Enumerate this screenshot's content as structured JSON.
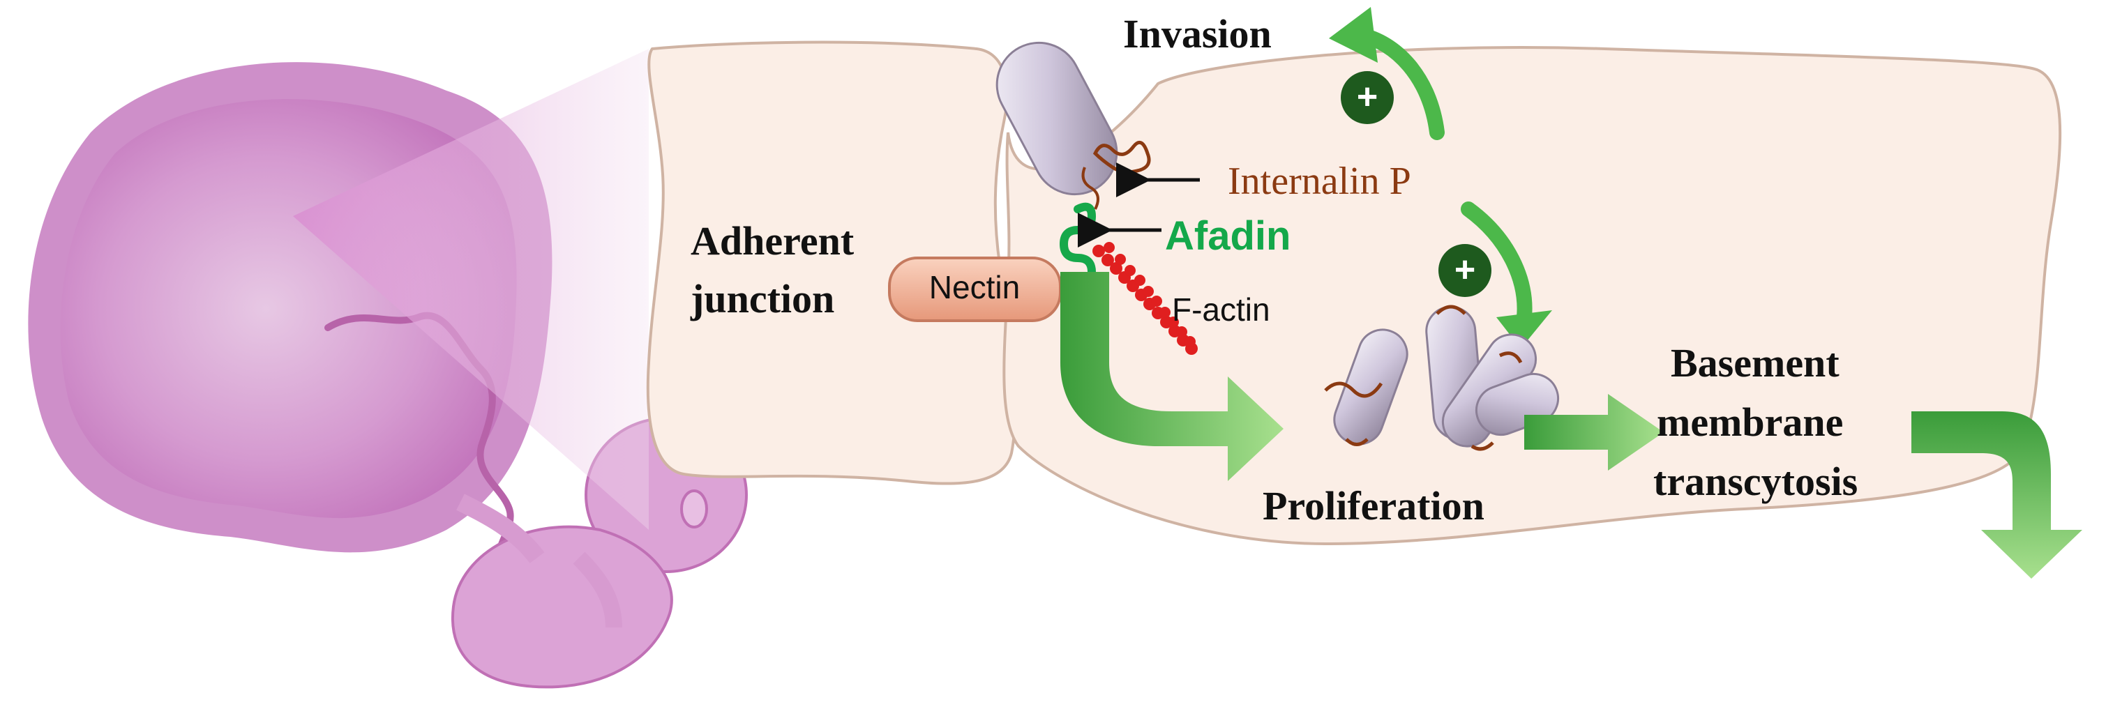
{
  "labels": {
    "invasion": "Invasion",
    "internalin_p": "Internalin P",
    "afadin": "Afadin",
    "adherent_line1": "Adherent",
    "adherent_line2": "junction",
    "nectin": "Nectin",
    "f_actin": "F-actin",
    "proliferation": "Proliferation",
    "basement_line1": "Basement",
    "basement_line2": "membrane",
    "basement_line3": "transcytosis",
    "plus_symbol": "+"
  },
  "colors": {
    "placenta": "#c77bc0",
    "cell_fill": "#fbeee6",
    "cell_outline": "#d7b7a6",
    "arrow_green": "#4cb84a",
    "plus_circle": "#1e5a1e",
    "internalin_text": "#8b3a12",
    "afadin_text": "#14a84a",
    "factin": "#e01f1f",
    "nectin_fill": "#f2b59b",
    "bacterium": "#c9bfd6"
  },
  "icons": {
    "placenta": "placenta-fetus-illustration",
    "bacterium": "listeria-bacterium-icon",
    "plus": "plus-circle-icon"
  }
}
